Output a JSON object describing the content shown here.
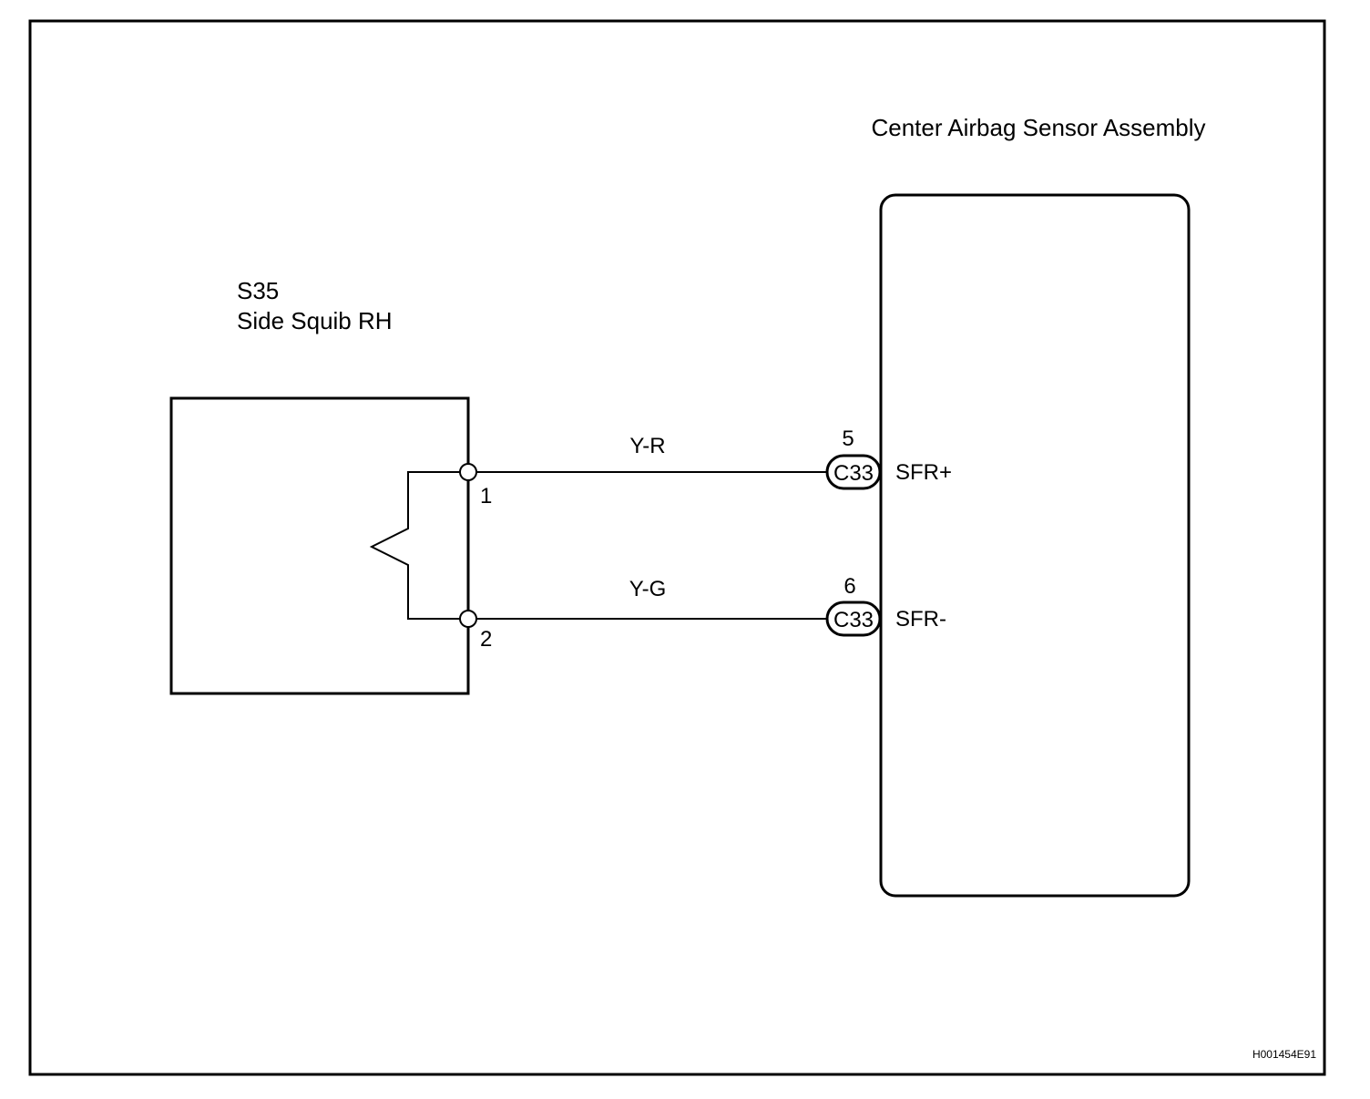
{
  "ecu": {
    "title": "Center Airbag Sensor Assembly"
  },
  "squib": {
    "code": "S35",
    "name": "Side Squib RH",
    "pins": [
      "1",
      "2"
    ]
  },
  "wires": [
    {
      "color": "Y-R",
      "ecu_pin": "5",
      "connector": "C33",
      "terminal": "SFR+"
    },
    {
      "color": "Y-G",
      "ecu_pin": "6",
      "connector": "C33",
      "terminal": "SFR-"
    }
  ],
  "figure_id": "H001454E91"
}
